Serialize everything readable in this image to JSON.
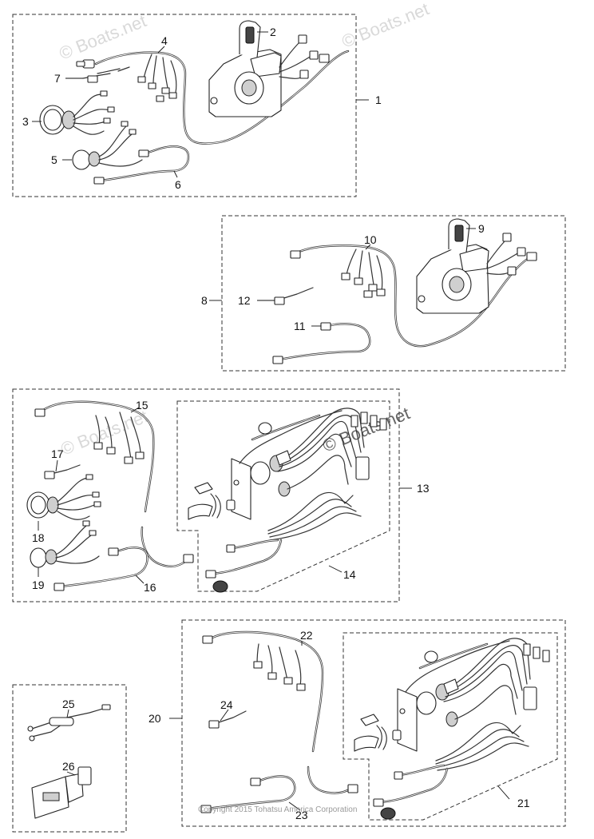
{
  "watermarks": [
    {
      "id": "wm1",
      "text": "© Boats.net"
    },
    {
      "id": "wm2",
      "text": "© Boats.net"
    },
    {
      "id": "wm3",
      "text": "© Boats.net"
    },
    {
      "id": "wm4",
      "text": "© Boats.net"
    }
  ],
  "copyright": "Copyright 2015 Tohatsu America Corporation",
  "callouts": [
    "1",
    "2",
    "3",
    "4",
    "5",
    "6",
    "7",
    "8",
    "9",
    "10",
    "11",
    "12",
    "13",
    "14",
    "15",
    "16",
    "17",
    "18",
    "19",
    "20",
    "21",
    "22",
    "23",
    "24",
    "25",
    "26"
  ]
}
